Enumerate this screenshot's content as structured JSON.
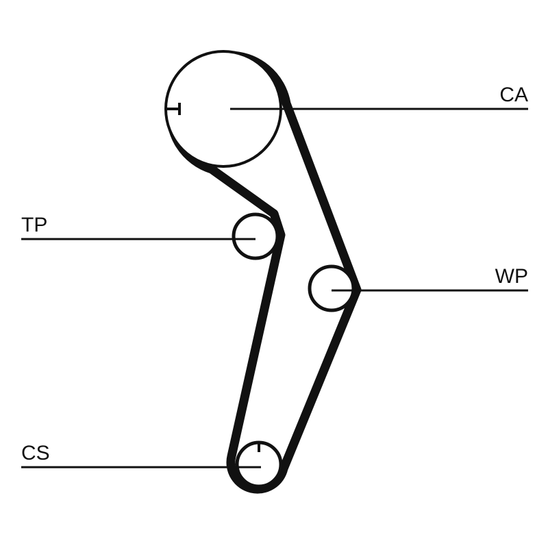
{
  "diagram": {
    "labels": {
      "ca": "CA",
      "tp": "TP",
      "wp": "WP",
      "cs": "CS"
    },
    "colors": {
      "line": "#111111",
      "background": "#ffffff"
    }
  }
}
